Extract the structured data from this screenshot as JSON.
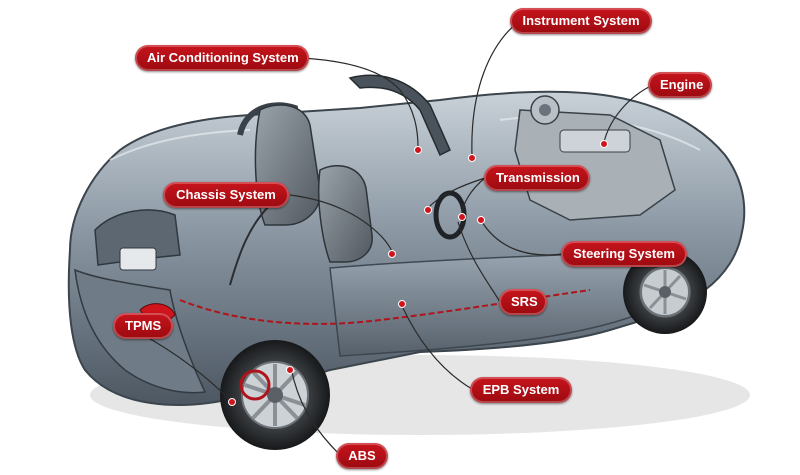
{
  "labels": {
    "instrument_system": "Instrument System",
    "air_conditioning_system": "Air Conditioning System",
    "engine": "Engine",
    "transmission": "Transmission",
    "chassis_system": "Chassis System",
    "steering_system": "Steering System",
    "srs": "SRS",
    "tpms": "TPMS",
    "epb_system": "EPB System",
    "abs": "ABS"
  },
  "colors": {
    "label_fill": "#b50f17",
    "leader_line": "#2a2a2a",
    "marker": "#d0141c",
    "car_body": "#7d8a96"
  }
}
